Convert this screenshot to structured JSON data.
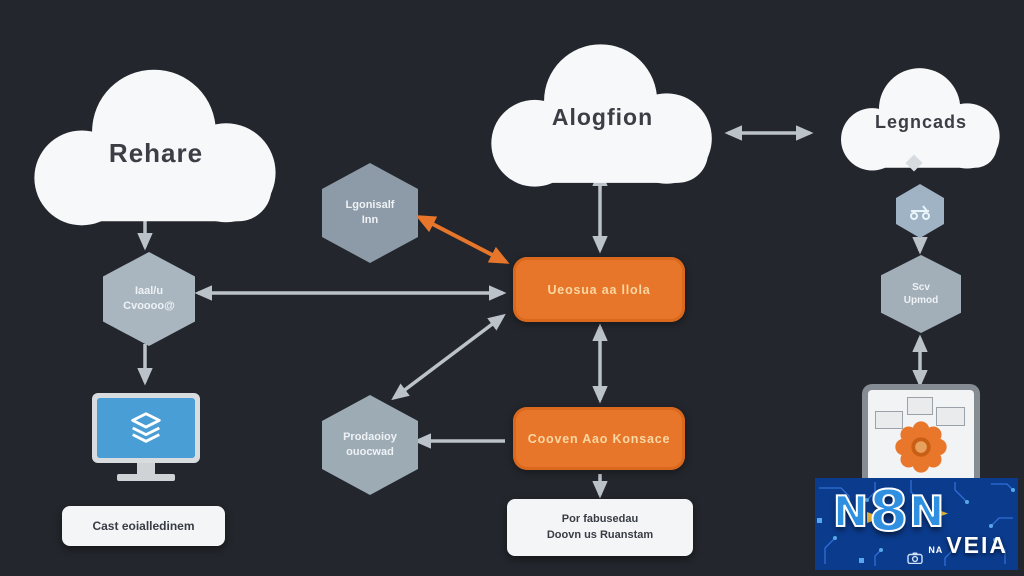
{
  "clouds": [
    {
      "label": "Rehare"
    },
    {
      "label": "Alogfion"
    },
    {
      "label": "Legncads"
    }
  ],
  "hexagons": {
    "left": {
      "line1": "Iaal/u",
      "line2": "Cvoooo@"
    },
    "center_top": {
      "line1": "Lgonisalf",
      "line2": "Inn"
    },
    "center_bottom": {
      "line1": "Prodaoioy",
      "line2": "ouocwad"
    },
    "right_large": {
      "line1": "Scv",
      "line2": "Upmod"
    }
  },
  "boxes": {
    "top": {
      "label": "Ueosua aa llola"
    },
    "bottom": {
      "label": "Cooven Aao Konsace"
    }
  },
  "captions": {
    "bottom_left": "Cast eoialledinem",
    "bottom_center": {
      "line1": "Por fabusedau",
      "line2": "Doovn us Ruanstam"
    }
  },
  "logo": {
    "n1": "N",
    "eight": "8",
    "n2": "N",
    "na": "NA",
    "veia": "VEIA"
  },
  "icons": {
    "monitor_glyph": "layers-icon",
    "right_small_hex_glyph": "scooter-icon",
    "tablet_glyph": "gear-icon",
    "logo_glyph": "camera-icon"
  },
  "colors": {
    "background": "#23262c",
    "cloud": "#f7f8fa",
    "hexagon_light": "#a9b6c0",
    "hexagon_mid": "#8d9aa7",
    "orange": "#e8762a",
    "orange_text": "#f9d7a2",
    "arrow_gray": "#bcc2c9",
    "screen_blue": "#4a9ed6",
    "logo_background": "#0b3b8c",
    "logo_text_blue": "#2f8fe0"
  }
}
